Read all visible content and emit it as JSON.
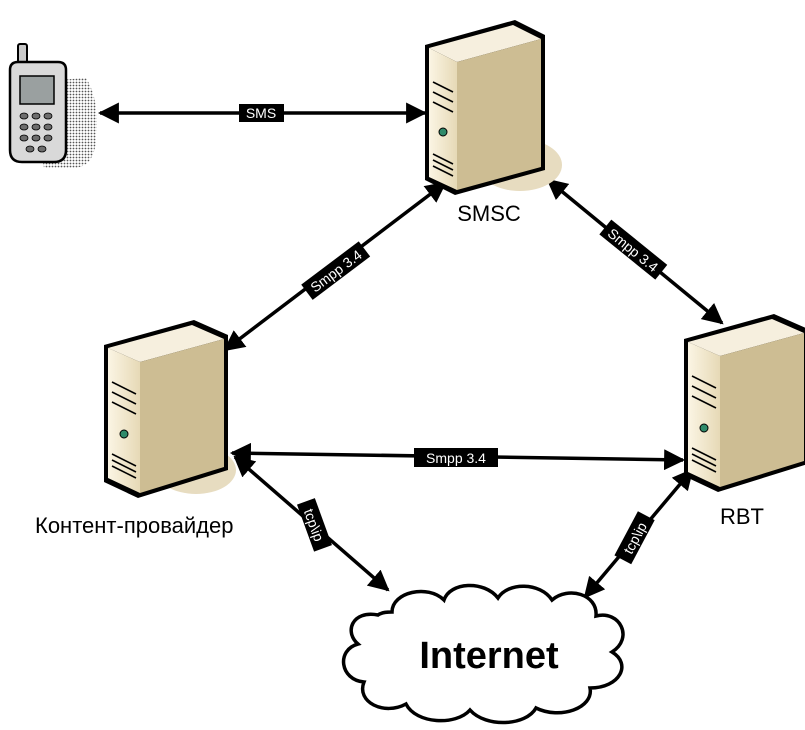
{
  "nodes": {
    "phone": {
      "label": ""
    },
    "smsc": {
      "label": "SMSC"
    },
    "content_provider": {
      "label": "Контент-провайдер"
    },
    "rbt": {
      "label": "RBT"
    },
    "internet": {
      "label": "Internet"
    }
  },
  "edges": {
    "phone_smsc": {
      "label": "SMS"
    },
    "smsc_content": {
      "label": "Smpp 3.4"
    },
    "smsc_rbt": {
      "label": "Smpp 3.4"
    },
    "content_rbt": {
      "label": "Smpp 3.4"
    },
    "content_internet": {
      "label": "tcp\\ip"
    },
    "rbt_internet": {
      "label": "tcp\\ip"
    }
  },
  "colors": {
    "server_face": "#f4ecd6",
    "server_side": "#cdbd93",
    "server_outline": "#000000",
    "shadow": "#e7dcc0",
    "edge": "#000000",
    "label_bg": "#000000",
    "label_text": "#ffffff",
    "led": "#2f8a6a"
  }
}
